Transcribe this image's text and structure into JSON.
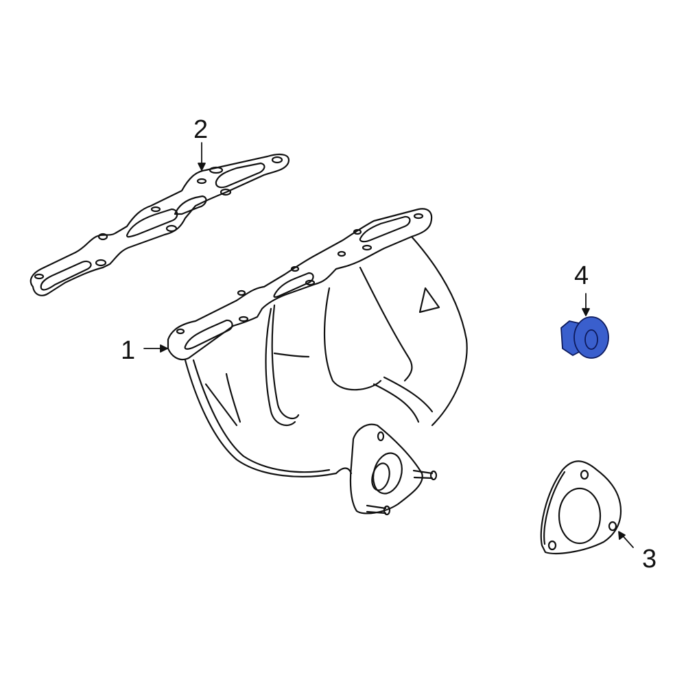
{
  "diagram": {
    "type": "exploded parts diagram",
    "subject": "exhaust manifold assembly",
    "highlight_color": "#3a5fcd",
    "line_color": "#111111",
    "background": "#ffffff",
    "callouts": [
      {
        "number": "1",
        "part": "exhaust-manifold"
      },
      {
        "number": "2",
        "part": "manifold-gasket"
      },
      {
        "number": "3",
        "part": "flange-gasket"
      },
      {
        "number": "4",
        "part": "nut",
        "highlighted": true
      }
    ]
  }
}
